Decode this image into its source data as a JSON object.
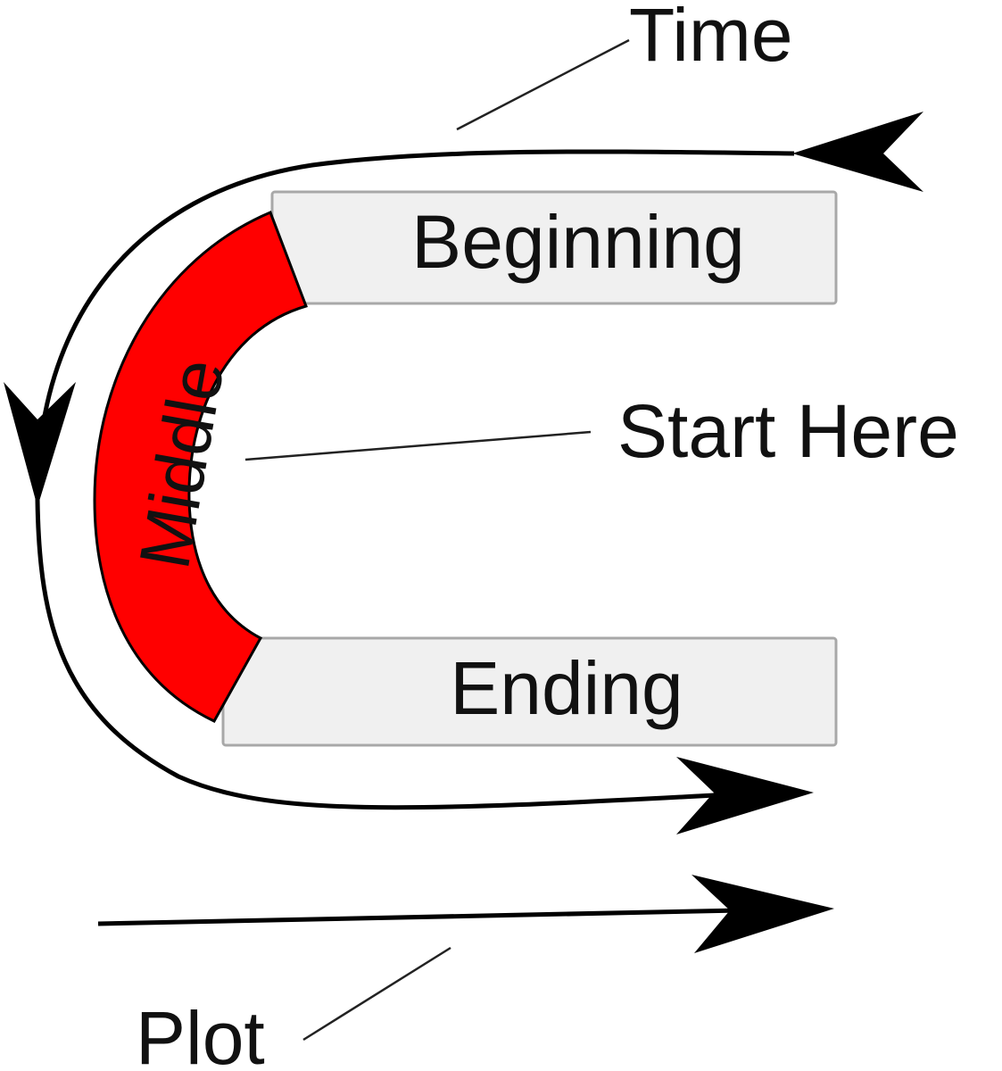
{
  "labels": {
    "time": "Time",
    "beginning": "Beginning",
    "middle": "Middle",
    "start_here": "Start Here",
    "ending": "Ending",
    "plot": "Plot"
  },
  "colors": {
    "middle_fill": "#ff0000",
    "box_fill": "#f0f0f0",
    "box_stroke": "#a8a8a8",
    "line": "#000000"
  }
}
